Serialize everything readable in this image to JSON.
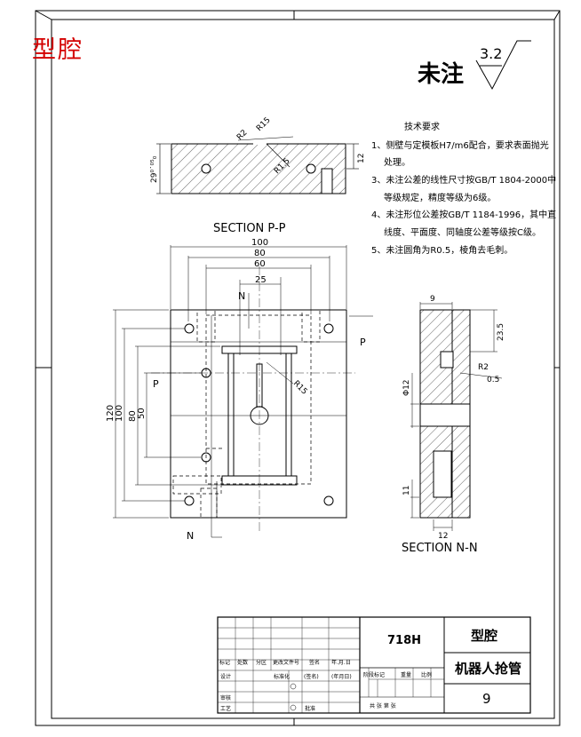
{
  "corner_title": "型腔",
  "roughness": {
    "label": "未注",
    "value": "3.2"
  },
  "notes": {
    "heading": "技术要求",
    "items": [
      "1、侧壁与定模板H7/m6配合，要求表面抛光",
      "处理。",
      "3、未注公差的线性尺寸按GB/T 1804-2000中",
      "等级规定，精度等级为6级。",
      "4、未注形位公差按GB/T 1184-1996，其中直",
      "线度、平面度、同轴度公差等级按C级。",
      "5、未注圆角为R0.5，棱角去毛刺。"
    ]
  },
  "section_pp": {
    "title": "SECTION P-P",
    "dims": {
      "r2": "R2",
      "r15": "R15",
      "r1_5": "R1.5",
      "h12": "12",
      "tol": "29⁰˙⁰⁵₀"
    }
  },
  "plan_view": {
    "dims_h": [
      "100",
      "80",
      "60",
      "25"
    ],
    "dims_v": [
      "120",
      "100",
      "80",
      "50"
    ],
    "r15": "R15",
    "cut_labels": {
      "n_top": "N",
      "n_bottom": "N",
      "p_left": "P",
      "p_right": "P"
    }
  },
  "section_nn": {
    "title": "SECTION N-N",
    "dims": {
      "d9": "9",
      "d23_5": "23.5",
      "r2": "R2",
      "d0_5": "0.5",
      "d12": "Φ12",
      "d11": "11",
      "d12b": "12"
    }
  },
  "title_block": {
    "material": "718H",
    "part_name": "型腔",
    "drawing_name": "机器人抢管",
    "sheet_number": "9",
    "header_labels": [
      "标记",
      "处数",
      "分区",
      "更改文件号",
      "签名",
      "年.月.日"
    ],
    "row_labels": [
      "设计",
      "审核",
      "工艺"
    ],
    "std_label": "标准化",
    "approve_label": "批准",
    "sig_label": "(签名)",
    "date_label": "(年月日)",
    "stage_labels": [
      "阶段标记",
      "重量",
      "比例"
    ],
    "sheet_total_label": "共    张    第    张"
  }
}
